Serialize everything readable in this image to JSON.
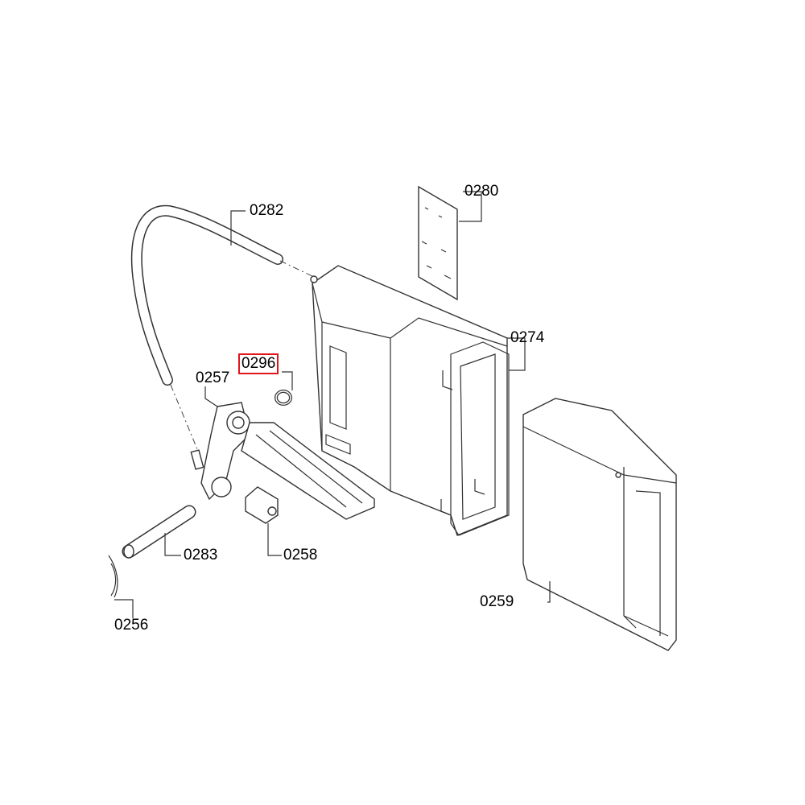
{
  "diagram": {
    "highlight_color": "#e0141b",
    "labels": {
      "p0282": "0282",
      "p0280": "0280",
      "p0274": "0274",
      "p0296": "0296",
      "p0257": "0257",
      "p0283": "0283",
      "p0258": "0258",
      "p0256": "0256",
      "p0259": "0259"
    },
    "highlighted_part": "0296"
  }
}
